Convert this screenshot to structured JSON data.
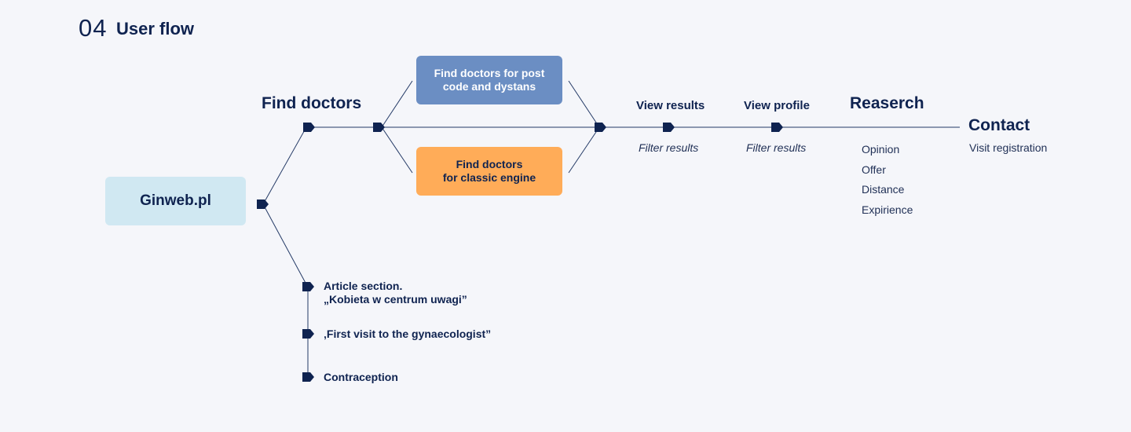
{
  "header": {
    "number": "04",
    "title": "User flow"
  },
  "root": {
    "label": "Ginweb.pl"
  },
  "find_doctors": {
    "label": "Find doctors"
  },
  "options": {
    "post_code": "Find doctors for post\ncode and dystans",
    "classic": "Find doctors\nfor classic engine"
  },
  "view_results": {
    "label": "View results",
    "sub": "Filter results"
  },
  "view_profile": {
    "label": "View profile",
    "sub": "Filter results"
  },
  "research": {
    "label": "Reaserch",
    "items": [
      "Opinion",
      "Offer",
      "Distance",
      "Expirience"
    ]
  },
  "contact": {
    "label": "Contact",
    "sub": "Visit registration"
  },
  "articles": {
    "section": "Article section.\n„Kobieta w centrum uwagi”",
    "first_visit": "‚First visit to the gynaecologist”",
    "contraception": "Contraception"
  },
  "colors": {
    "navy": "#0f2350",
    "line": "#243a66",
    "root_box": "#d0e8f2",
    "post_box": "#6b8ec3",
    "classic_box": "#ffac58",
    "background": "#f5f6fa"
  }
}
